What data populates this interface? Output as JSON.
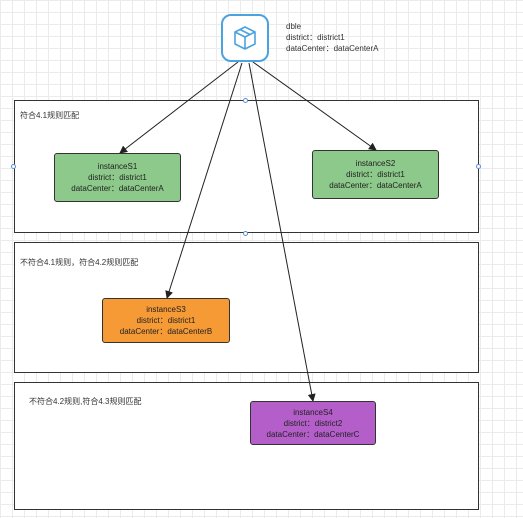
{
  "dble": {
    "name": "dble",
    "district": "district：district1",
    "datacenter": "dataCenter：dataCenterA",
    "icon": "cube-icon",
    "icon_color": "#4aa3df"
  },
  "regions": [
    {
      "label": "符合4.1规则匹配"
    },
    {
      "label": "不符合4.1规则，符合4.2规则匹配"
    },
    {
      "label": "不符合4.2规则,符合4.3规则匹配"
    }
  ],
  "nodes": [
    {
      "name": "instanceS1",
      "district": "district：district1",
      "datacenter": "dataCenter：dataCenterA",
      "color": "#8cc98a"
    },
    {
      "name": "instanceS2",
      "district": "district：district1",
      "datacenter": "dataCenter：dataCenterA",
      "color": "#8cc98a"
    },
    {
      "name": "instanceS3",
      "district": "district：district1",
      "datacenter": "dataCenter：dataCenterB",
      "color": "#f59a35"
    },
    {
      "name": "instanceS4",
      "district": "district：district2",
      "datacenter": "dataCenter：dataCenterC",
      "color": "#b45ec9"
    }
  ]
}
